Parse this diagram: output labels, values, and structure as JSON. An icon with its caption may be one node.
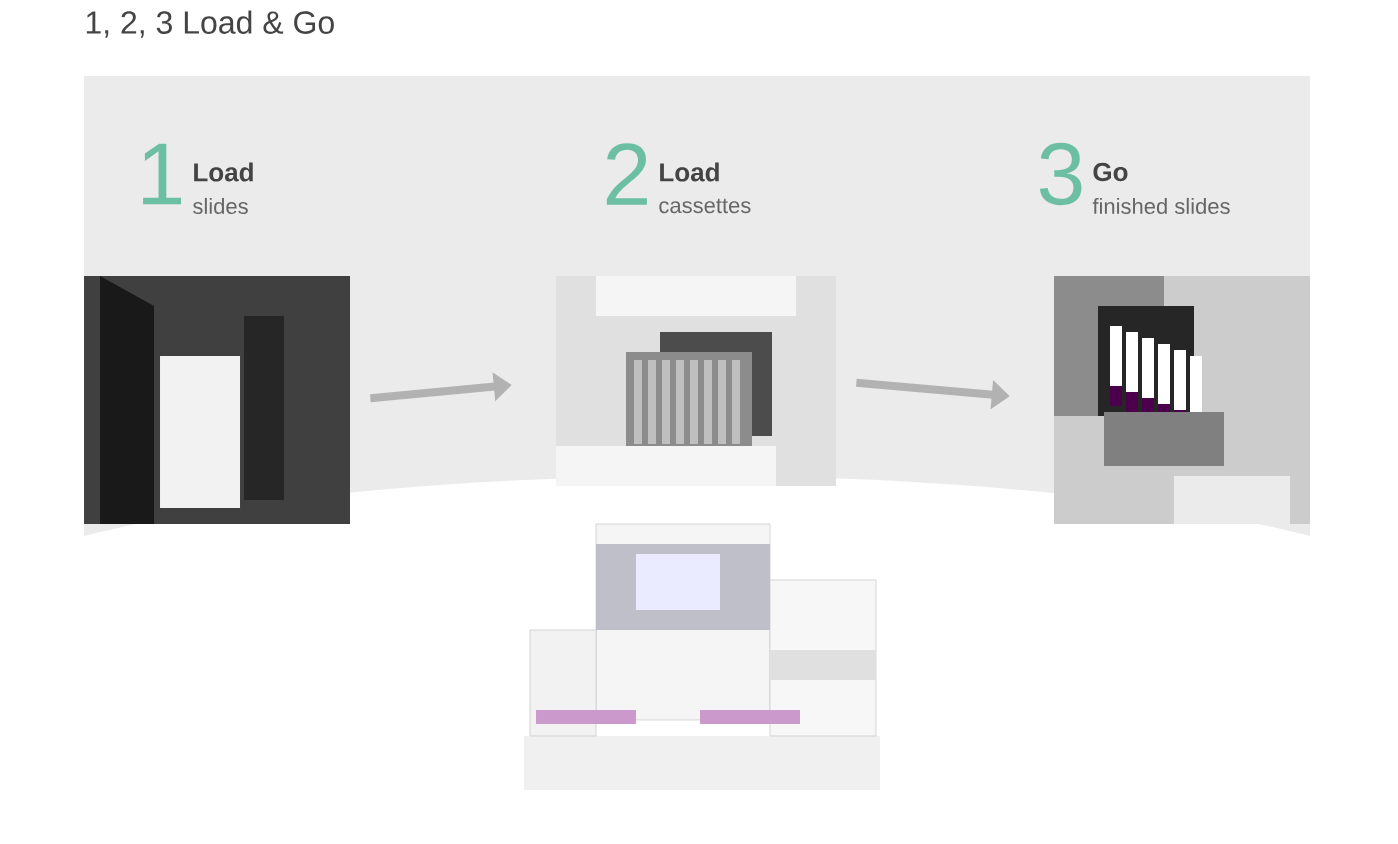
{
  "diagram": {
    "title": "1, 2, 3 Load & Go",
    "nodes": [
      {
        "text": [],
        "shape": "picture",
        "beside": [
          "1",
          "Load",
          "slides"
        ]
      },
      {
        "text": [],
        "shape": "picture",
        "beside": [
          "2",
          "Load",
          "cassettes"
        ]
      },
      {
        "text": [],
        "shape": "picture",
        "beside": [
          "3",
          "Go",
          "finished slides"
        ]
      }
    ],
    "edges": [
      {
        "from": 0,
        "to": 1,
        "arrow": "to"
      },
      {
        "from": 1,
        "to": 2,
        "arrow": "to"
      }
    ]
  }
}
